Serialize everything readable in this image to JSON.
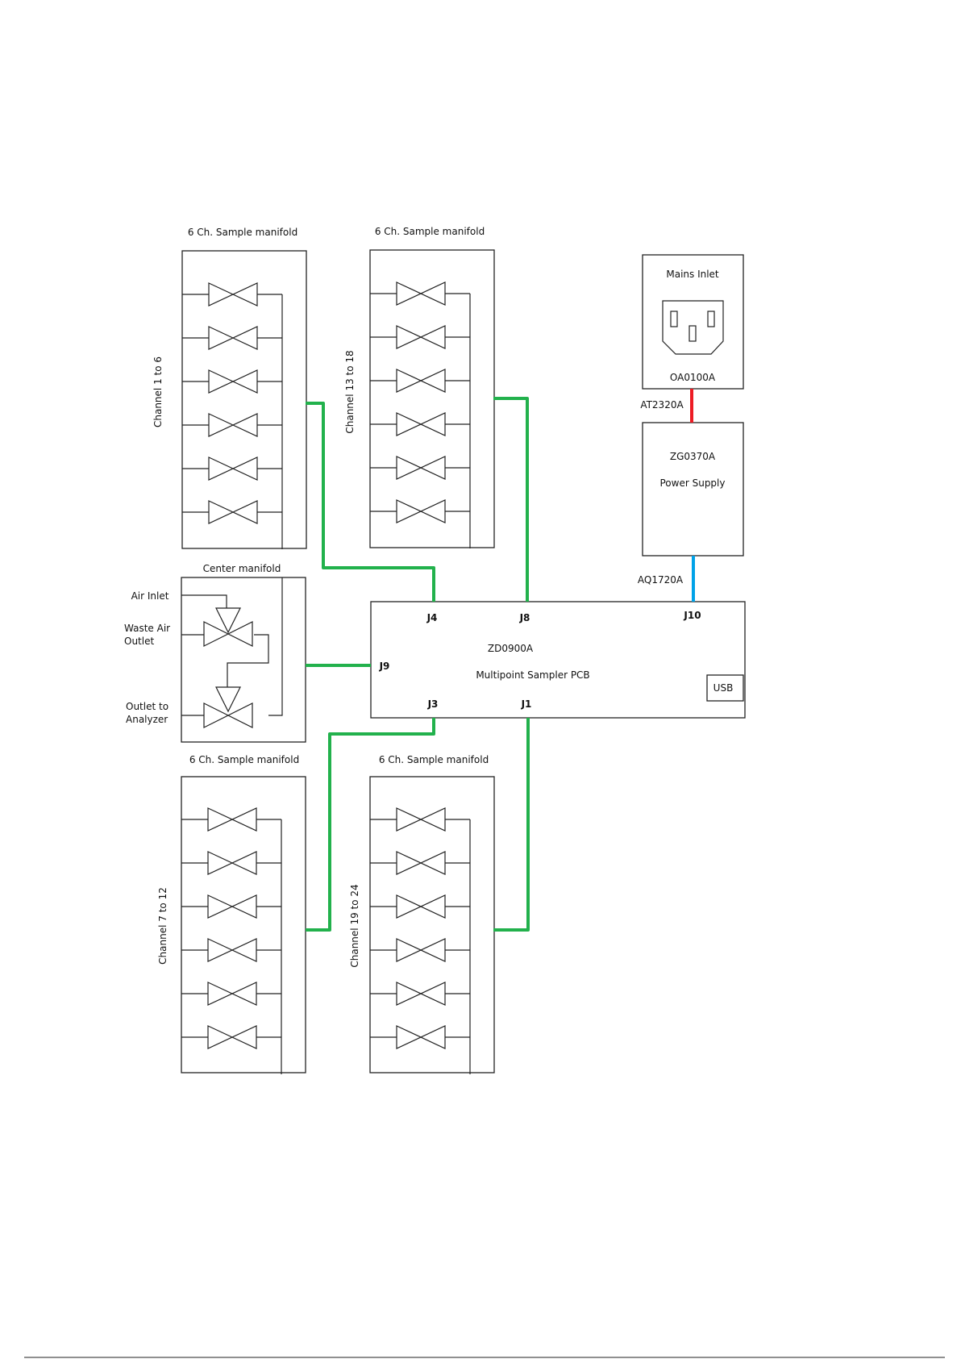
{
  "manifolds": {
    "top_left": {
      "title": "6 Ch. Sample manifold",
      "channel_label": "Channel 1 to 6"
    },
    "top_right": {
      "title": "6 Ch. Sample manifold",
      "channel_label": "Channel 13 to 18"
    },
    "bottom_left": {
      "title": "6 Ch. Sample manifold",
      "channel_label": "Channel 7 to 12"
    },
    "bottom_right": {
      "title": "6 Ch. Sample manifold",
      "channel_label": "Channel 19 to 24"
    }
  },
  "center_manifold": {
    "title": "Center manifold",
    "air_inlet": "Air Inlet",
    "waste_air_line1": "Waste Air",
    "waste_air_line2": "Outlet",
    "outlet_line1": "Outlet to",
    "outlet_line2": "Analyzer"
  },
  "mains_inlet": {
    "title": "Mains Inlet",
    "part": "OA0100A"
  },
  "power_supply": {
    "part": "ZG0370A",
    "label": "Power Supply"
  },
  "pcb": {
    "part": "ZD0900A",
    "label": "Multipoint Sampler PCB",
    "usb": "USB",
    "connectors": {
      "j1": "J1",
      "j3": "J3",
      "j4": "J4",
      "j8": "J8",
      "j9": "J9",
      "j10": "J10"
    }
  },
  "cables": {
    "mains_to_psu": "AT2320A",
    "psu_to_pcb": "AQ1720A"
  },
  "colors": {
    "data_cable": "#22b14c",
    "mains_cable": "#ed1c24",
    "dc_cable": "#00a2e8"
  }
}
